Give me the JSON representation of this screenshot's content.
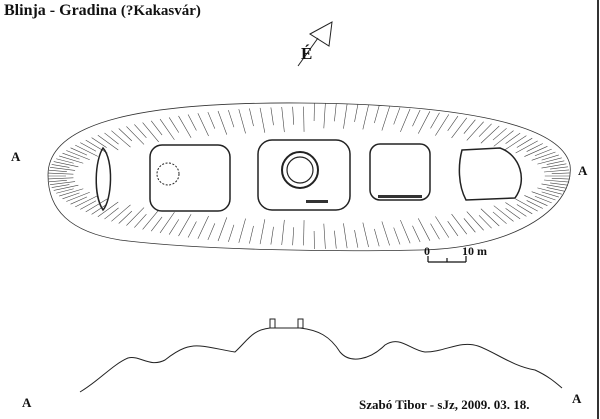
{
  "title": {
    "main": "Blinja - Gradina",
    "sub": "(?Kakasvár)"
  },
  "north_label": "É",
  "section_labels": {
    "plan_left": "A",
    "plan_right": "A",
    "profile_left": "A",
    "profile_right": "A"
  },
  "scale": {
    "start": "0",
    "end": "10 m"
  },
  "credit": "Szabó Tibor - sJz, 2009. 03. 18."
}
